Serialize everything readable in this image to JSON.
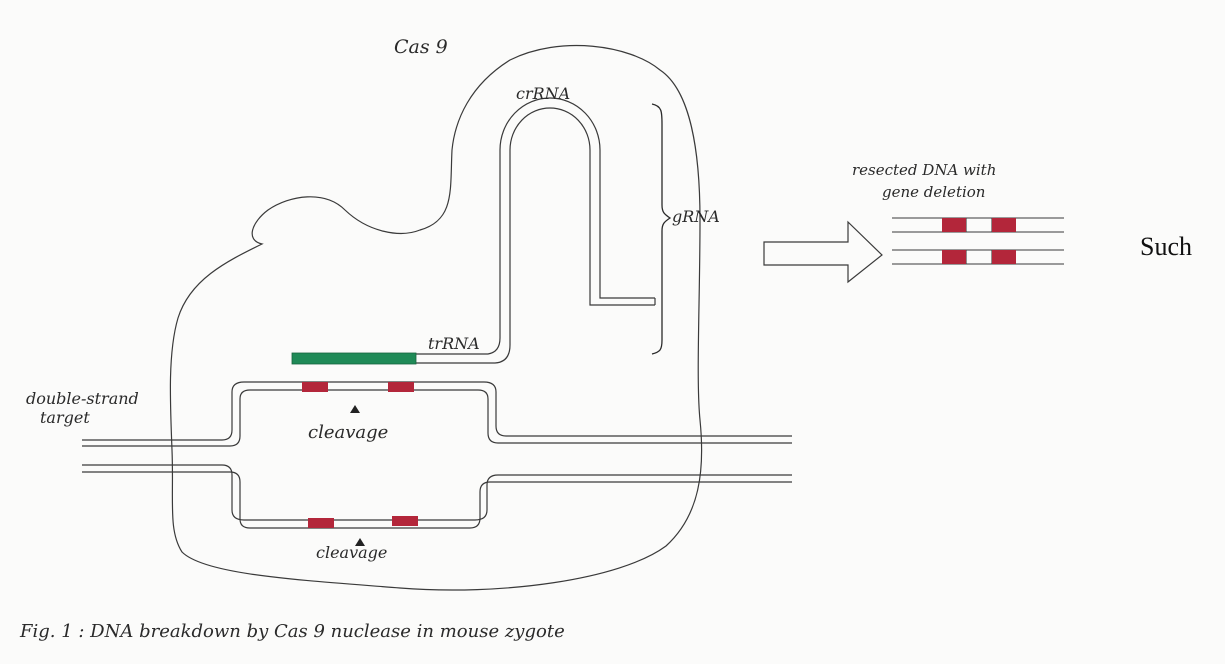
{
  "diagram": {
    "labels": {
      "cas9": "Cas 9",
      "crrna": "crRNA",
      "grna": "gRNA",
      "trrna": "trRNA",
      "double_strand_line1": "double-strand",
      "double_strand_line2": "target",
      "cleavage_top": "cleavage",
      "cleavage_bottom": "cleavage",
      "resected_line1": "resected DNA with",
      "resected_line2": "gene deletion",
      "caption": "Fig. 1 : DNA breakdown by Cas 9 nuclease in mouse zygote"
    },
    "colors": {
      "ink": "#3a3a3a",
      "guide_green": "#1f8a57",
      "cut_red": "#b3263a"
    }
  },
  "body_text": {
    "fragment": "Such"
  }
}
